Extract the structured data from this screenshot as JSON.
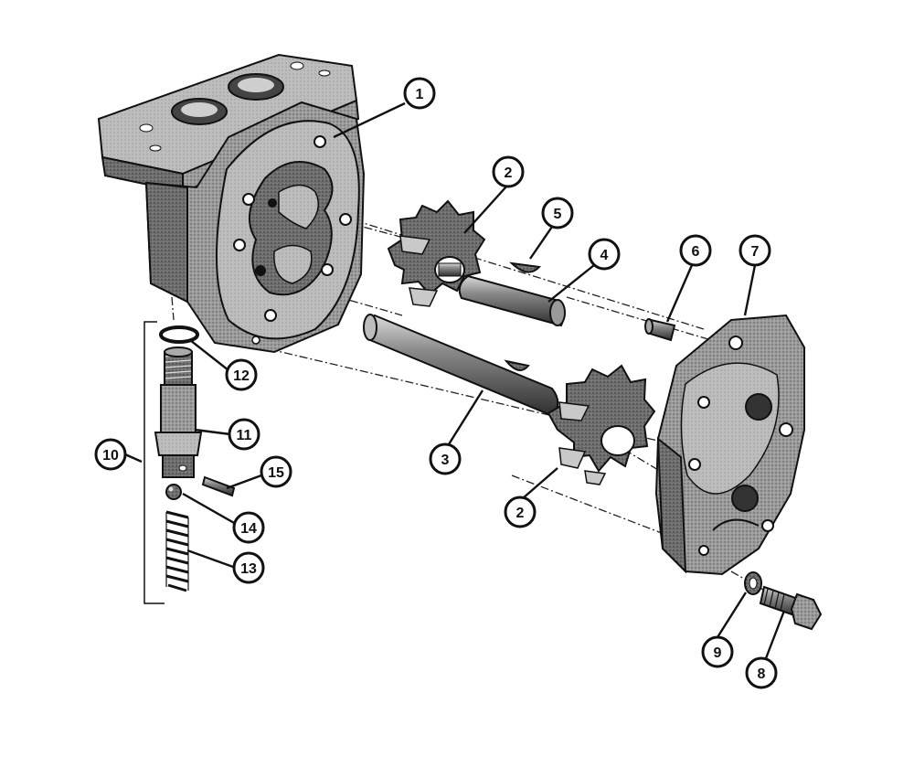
{
  "figure": {
    "callouts": [
      {
        "id": "c1",
        "label": "1"
      },
      {
        "id": "c2a",
        "label": "2"
      },
      {
        "id": "c2b",
        "label": "2"
      },
      {
        "id": "c3",
        "label": "3"
      },
      {
        "id": "c4",
        "label": "4"
      },
      {
        "id": "c5",
        "label": "5"
      },
      {
        "id": "c6",
        "label": "6"
      },
      {
        "id": "c7",
        "label": "7"
      },
      {
        "id": "c8",
        "label": "8"
      },
      {
        "id": "c9",
        "label": "9"
      },
      {
        "id": "c10",
        "label": "10"
      },
      {
        "id": "c11",
        "label": "11"
      },
      {
        "id": "c12",
        "label": "12"
      },
      {
        "id": "c13",
        "label": "13"
      },
      {
        "id": "c14",
        "label": "14"
      },
      {
        "id": "c15",
        "label": "15"
      }
    ],
    "colors": {
      "ink": "#111111",
      "metal": "#8c8c8c",
      "metal_light": "#bdbdbd",
      "metal_dark": "#555555",
      "paper": "#ffffff"
    }
  }
}
